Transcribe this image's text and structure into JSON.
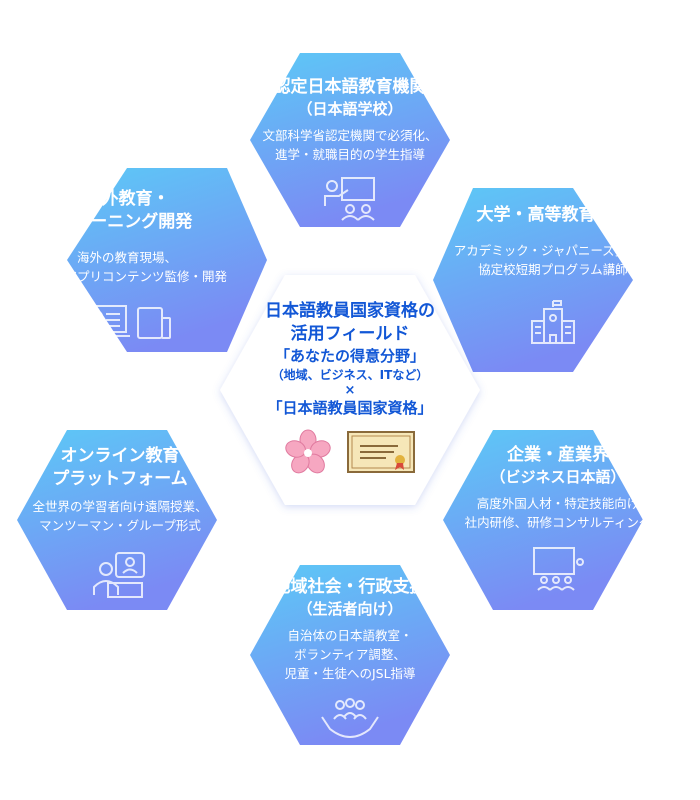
{
  "center": {
    "title_line1": "日本語教員国家資格の",
    "title_line2": "活用フィールド",
    "highlight1": "「あなたの得意分野」",
    "note": "（地域、ビジネス、ITなど）",
    "times": "×",
    "highlight2": "「日本語教員国家資格」",
    "icons": [
      "sakura-flower-icon",
      "certificate-icon"
    ]
  },
  "fields": [
    {
      "id": "top",
      "title": "認定日本語教育機関",
      "sub": "（日本語学校）",
      "desc1": "文部科学省認定機関で必須化、",
      "desc2": "進学・就職目的の学生指導",
      "icon": "teacher-board-icon"
    },
    {
      "id": "upper-right",
      "title": "大学・高等教育機関",
      "sub": "",
      "desc1": "アカデミック・ジャパニーズ指導、",
      "desc2": "協定校短期プログラム講師",
      "icon": "university-building-icon"
    },
    {
      "id": "lower-right",
      "title": "企業・産業界",
      "sub": "（ビジネス日本語）",
      "desc1": "高度外国人材・特定技能向け",
      "desc2": "社内研修、研修コンサルティング",
      "icon": "seminar-icon"
    },
    {
      "id": "bottom",
      "title": "地域社会・行政支援",
      "sub": "（生活者向け）",
      "desc1": "自治体の日本語教室・",
      "desc2": "ボランティア調整、",
      "desc3": "児童・生徒へのJSL指導",
      "icon": "community-hands-icon"
    },
    {
      "id": "lower-left",
      "title": "オンライン教育",
      "sub": "プラットフォーム",
      "desc1": "全世界の学習者向け遠隔授業、",
      "desc2": "マンツーマン・グループ形式",
      "icon": "online-lesson-icon"
    },
    {
      "id": "upper-left",
      "title": "海外教育・",
      "sub": "eラーニング開発",
      "desc1": "海外の教育現場、",
      "desc2": "教材・アプリコンテンツ監修・開発",
      "icon": "devices-icon"
    }
  ],
  "colors": {
    "hex_top": "#5bc8f5",
    "hex_bottom": "#7d8cf5",
    "center_text": "#1257d6",
    "center_fill": "#ffffff"
  }
}
